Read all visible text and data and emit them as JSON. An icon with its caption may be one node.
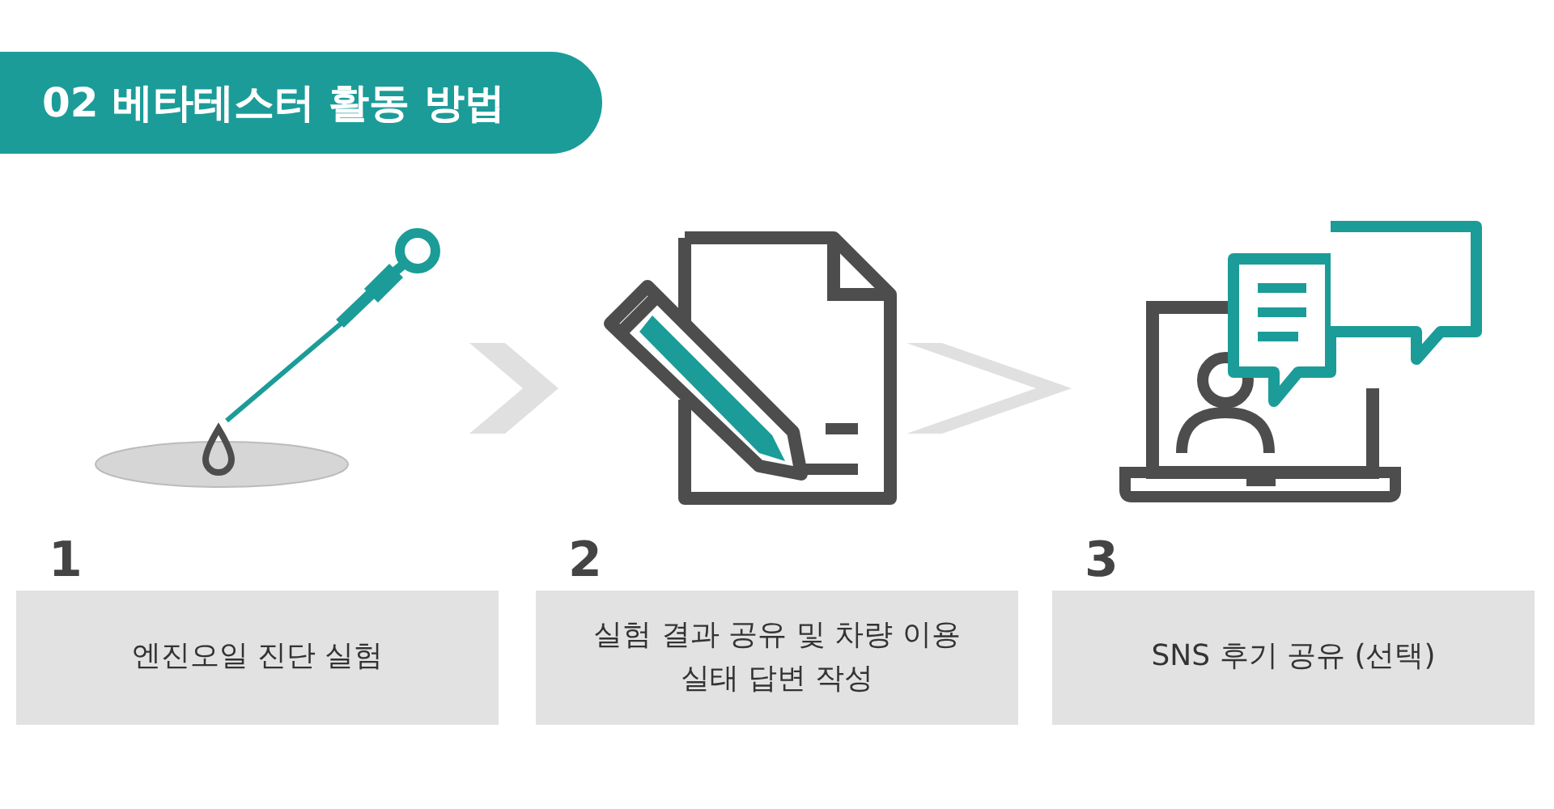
{
  "diagram": {
    "title": "02 베타테스터 활동 방법",
    "nodes": [
      {
        "text": [],
        "shape": "picture"
      },
      {
        "text": [],
        "shape": "picture"
      },
      {
        "text": [],
        "shape": "picture"
      },
      {
        "text": [
          "엔진오일 진단 실험"
        ],
        "beside": [
          "1"
        ]
      },
      {
        "text": [
          "실험 결과 공유 및 차량 이용 실태 답변 작성"
        ],
        "beside": [
          "2"
        ]
      },
      {
        "text": [
          "SNS 후기 공유 (선택)"
        ],
        "beside": [
          "3"
        ]
      }
    ],
    "edges": [
      {
        "from": 0,
        "to": 1,
        "arrow": "to"
      },
      {
        "from": 1,
        "to": 2,
        "arrow": "to"
      }
    ]
  }
}
